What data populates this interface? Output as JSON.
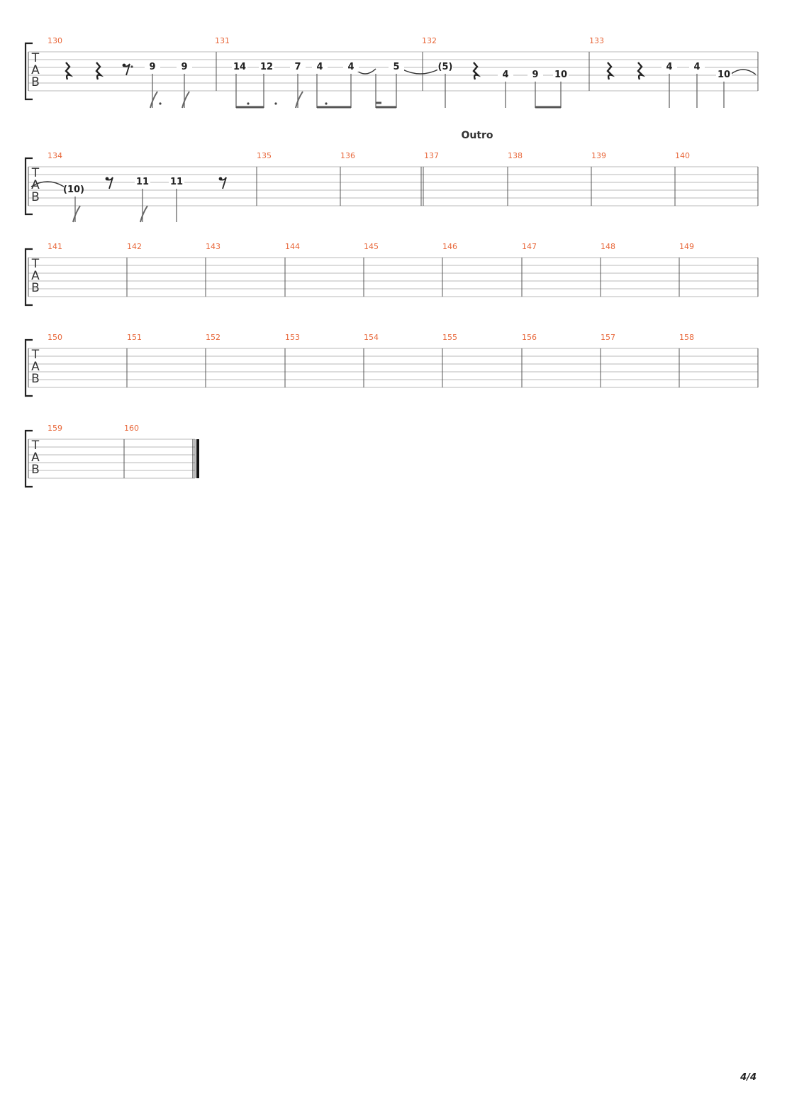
{
  "tab_label": [
    "T",
    "A",
    "B"
  ],
  "section_label": "Outro",
  "page_number": "4/4",
  "systems": [
    {
      "measures": [
        {
          "number": "130",
          "frets": [
            "9",
            "9"
          ]
        },
        {
          "number": "131",
          "frets": [
            "14",
            "12",
            "7",
            "4",
            "4",
            "5"
          ]
        },
        {
          "number": "132",
          "frets": [
            "(5)",
            "4",
            "9",
            "10"
          ]
        },
        {
          "number": "133",
          "frets": [
            "4",
            "4",
            "10"
          ]
        }
      ]
    },
    {
      "measures": [
        {
          "number": "134",
          "frets": [
            "(10)",
            "11",
            "11"
          ]
        },
        {
          "number": "135",
          "frets": []
        },
        {
          "number": "136",
          "frets": []
        },
        {
          "number": "137",
          "frets": []
        },
        {
          "number": "138",
          "frets": []
        },
        {
          "number": "139",
          "frets": []
        },
        {
          "number": "140",
          "frets": []
        }
      ]
    },
    {
      "measures": [
        {
          "number": "141"
        },
        {
          "number": "142"
        },
        {
          "number": "143"
        },
        {
          "number": "144"
        },
        {
          "number": "145"
        },
        {
          "number": "146"
        },
        {
          "number": "147"
        },
        {
          "number": "148"
        },
        {
          "number": "149"
        }
      ]
    },
    {
      "measures": [
        {
          "number": "150"
        },
        {
          "number": "151"
        },
        {
          "number": "152"
        },
        {
          "number": "153"
        },
        {
          "number": "154"
        },
        {
          "number": "155"
        },
        {
          "number": "156"
        },
        {
          "number": "157"
        },
        {
          "number": "158"
        }
      ]
    },
    {
      "measures": [
        {
          "number": "159"
        },
        {
          "number": "160"
        }
      ]
    }
  ]
}
